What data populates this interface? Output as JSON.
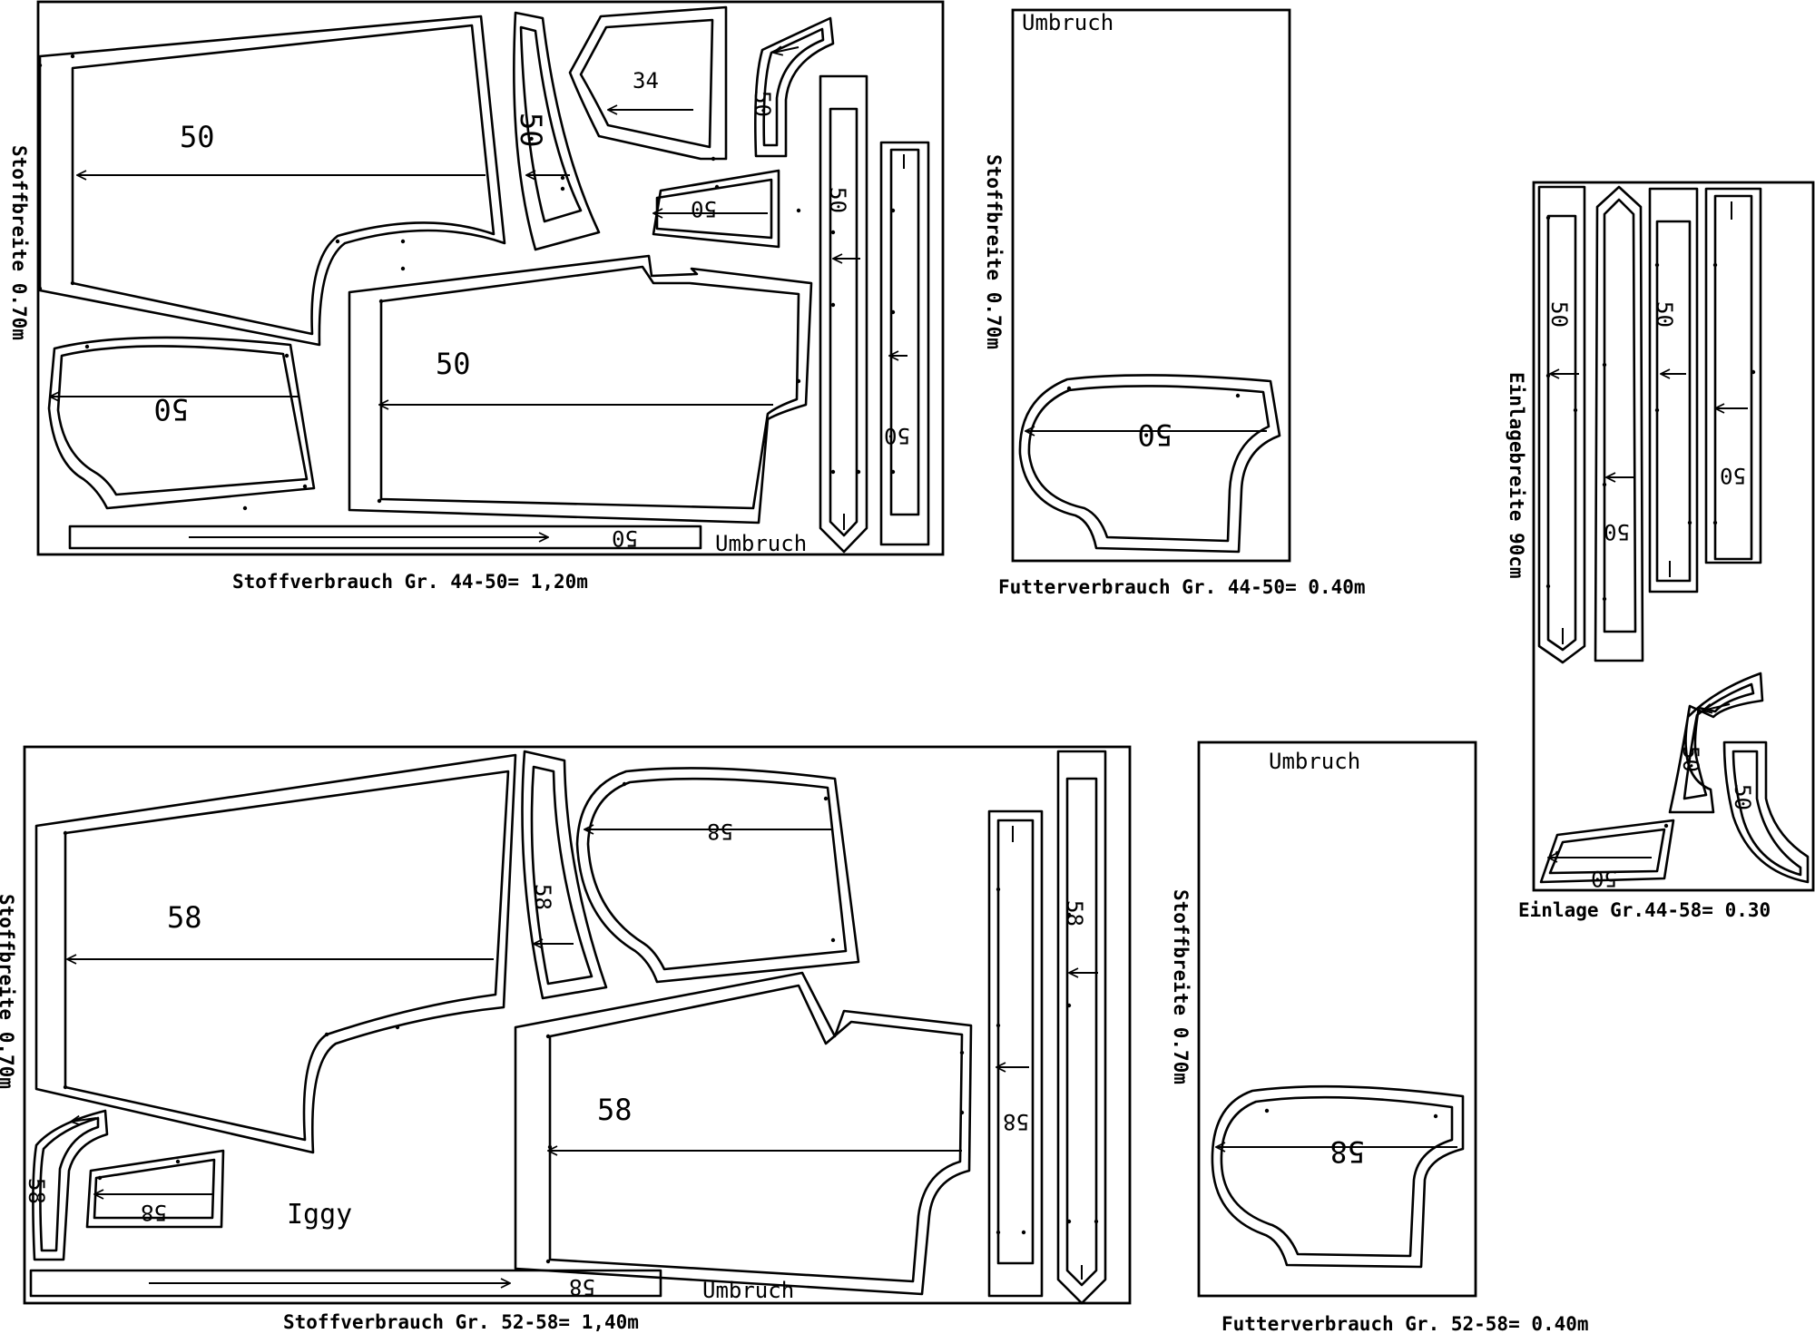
{
  "layouts": {
    "fabric_small": {
      "width_label": "Stoffbreite 0.70m",
      "fold_label": "Umbruch",
      "consumption": "Stoffverbrauch Gr.  44-50= 1,20m",
      "size": "50",
      "size_alt": "34"
    },
    "lining_small": {
      "width_label": "Stoffbreite 0.70m",
      "fold_label": "Umbruch",
      "consumption": "Futterverbrauch Gr.  44-50= 0.40m",
      "size": "50"
    },
    "interfacing": {
      "width_label": "Einlagebreite 90cm",
      "consumption": "Einlage Gr.44-58= 0.30",
      "size": "50"
    },
    "fabric_large": {
      "width_label": "Stoffbreite 0.70m",
      "fold_label": "Umbruch",
      "consumption": "Stoffverbrauch Gr. 52-58= 1,40m",
      "size": "58",
      "signature": "Iggy"
    },
    "lining_large": {
      "width_label": "Stoffbreite 0.70m",
      "fold_label": "Umbruch",
      "consumption": "Futterverbrauch Gr. 52-58= 0.40m",
      "size": "58"
    }
  },
  "colors": {
    "ink": "#000000",
    "paper": "#ffffff"
  }
}
